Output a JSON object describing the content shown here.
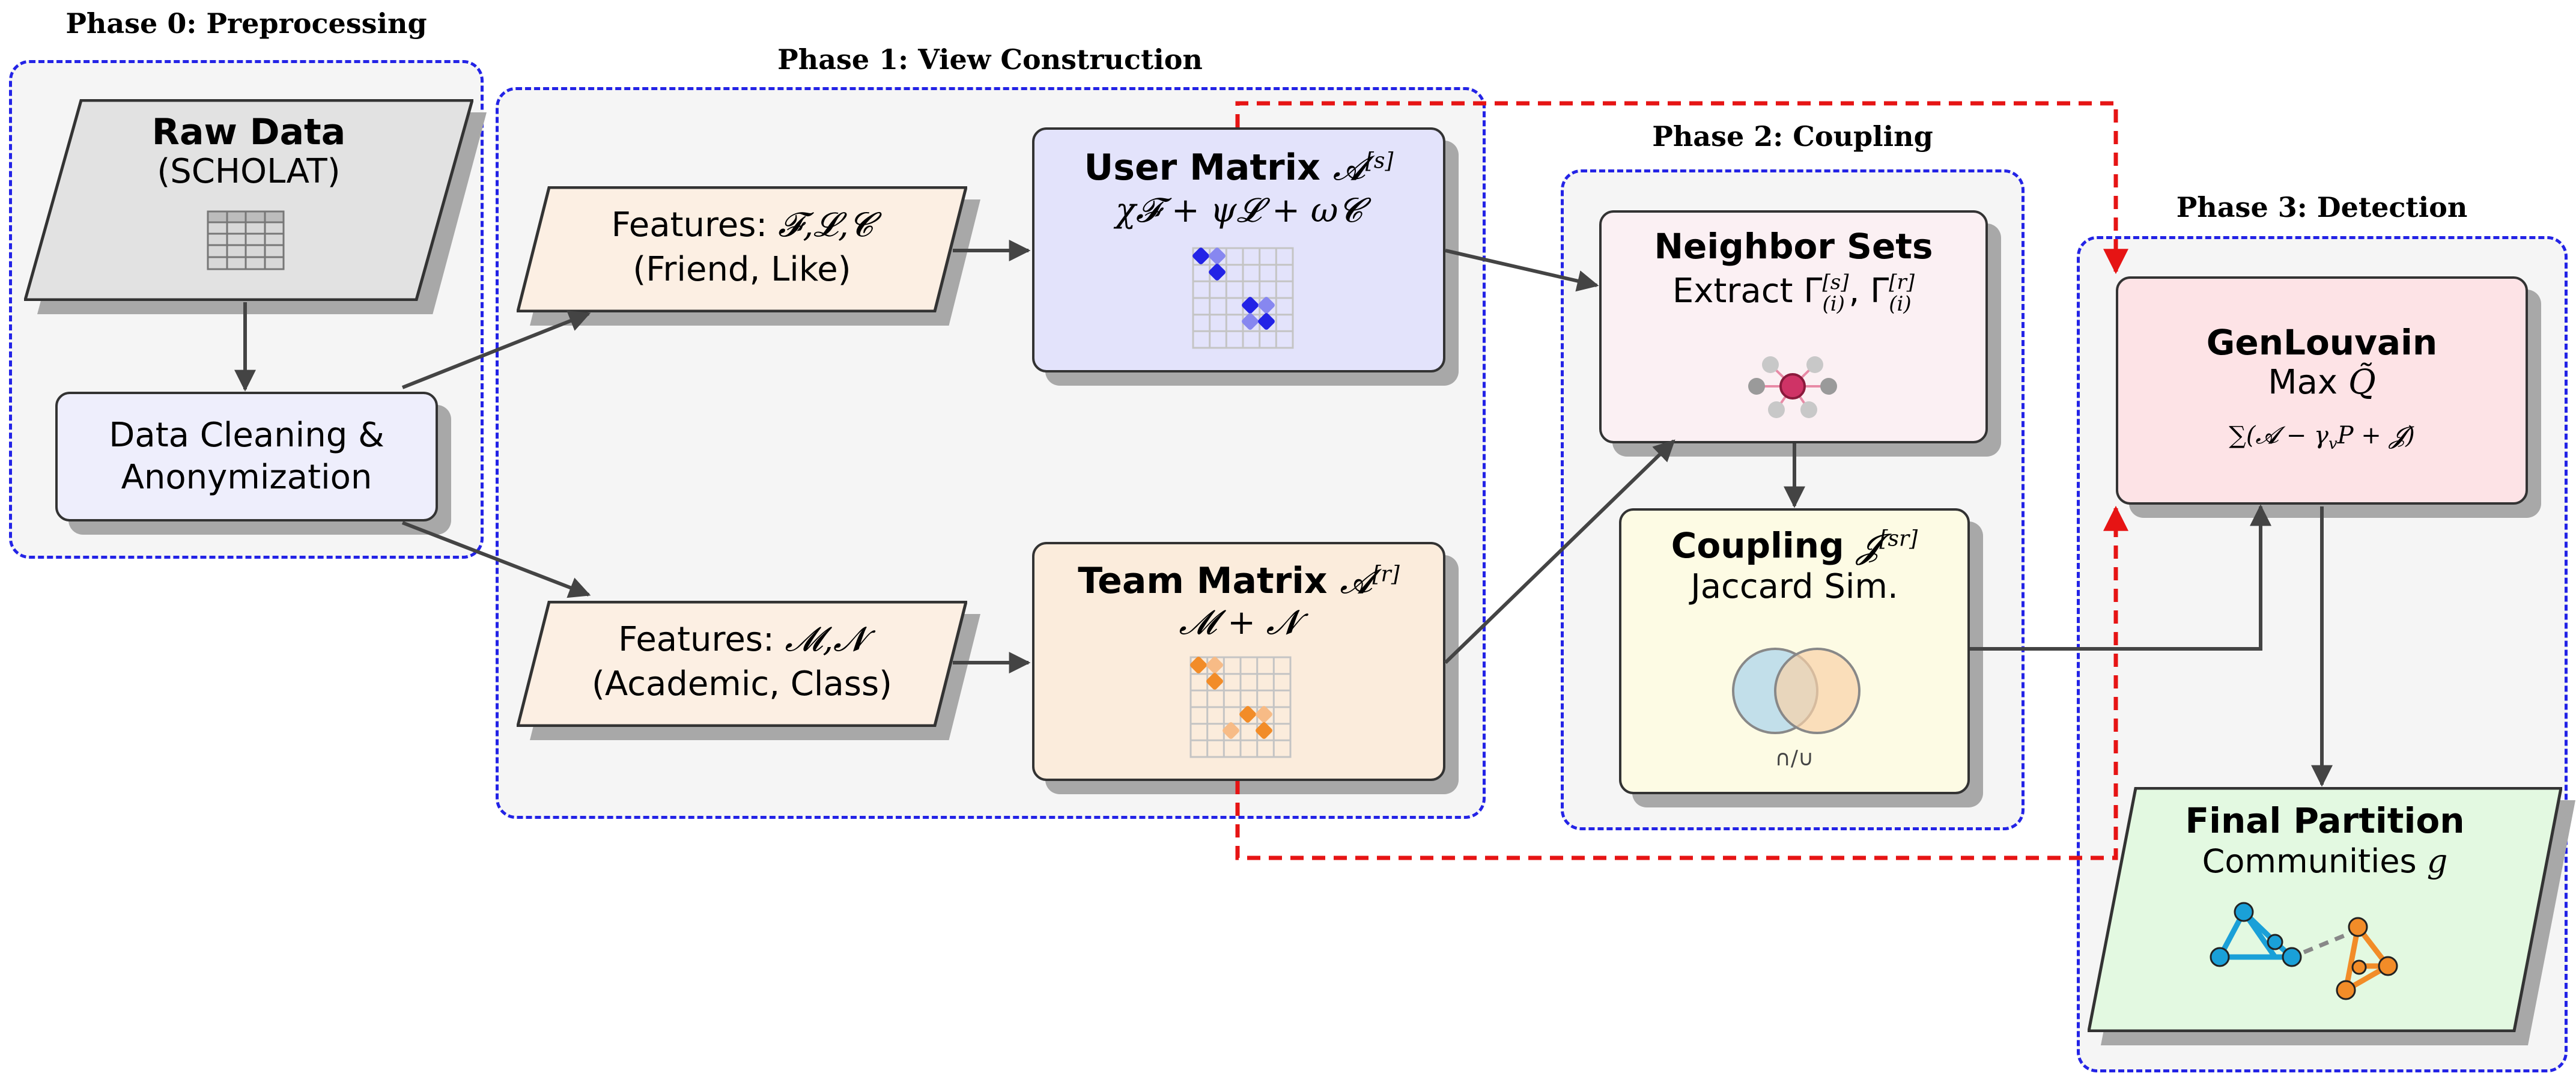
{
  "phases": {
    "p0": "Phase 0: Preprocessing",
    "p1": "Phase 1: View Construction",
    "p2": "Phase 2: Coupling",
    "p3": "Phase 3: Detection"
  },
  "raw_data": {
    "title": "Raw Data",
    "subtitle": "(SCHOLAT)"
  },
  "cleaning": {
    "line1": "Data Cleaning &",
    "line2": "Anonymization"
  },
  "features_user": {
    "label": "Features: ",
    "symbols": "𝓕,𝓛,𝓒",
    "sub": "(Friend, Like)"
  },
  "features_team": {
    "label": "Features: ",
    "symbols": "𝓜,𝓝",
    "sub": "(Academic, Class)"
  },
  "user_matrix": {
    "title": "User Matrix ",
    "symbol": "𝓐",
    "sup": "[s]",
    "formula": "χ𝓕 + ψ𝓛 + ω𝓒"
  },
  "team_matrix": {
    "title": "Team Matrix ",
    "symbol": "𝓐",
    "sup": "[r]",
    "formula": "𝓜 + 𝓝"
  },
  "neighbor_sets": {
    "title": "Neighbor Sets",
    "extract": "Extract ",
    "gamma": "Γ",
    "sup_s": "[s]",
    "sub_i": "(i)",
    "sup_r": "[r]",
    "comma": ", "
  },
  "coupling": {
    "title": "Coupling ",
    "symbol": "𝓙",
    "sup": "[sr]",
    "subtitle": "Jaccard Sim.",
    "venn_label": "∩/∪"
  },
  "genlouvain": {
    "title": "GenLouvain",
    "max_label": "Max ",
    "q": "Q̃",
    "formula": "∑(𝓐 − γ",
    "formula_sub": "v",
    "formula_end": "P + 𝓙)"
  },
  "final_partition": {
    "title": "Final Partition",
    "subtitle": "Communities ",
    "g": "g"
  },
  "colors": {
    "phase_border": "#2323e6",
    "feedback_arrow": "#e61414",
    "user_matrix_fill": "#e3e3fb",
    "team_matrix_fill": "#fbecdc",
    "neighbor_fill": "#fbf0f3",
    "coupling_fill": "#fdfbe4",
    "genlouvain_fill": "#fde3e6",
    "final_fill": "#e3f9e1",
    "features_fill": "#fcefe3"
  }
}
